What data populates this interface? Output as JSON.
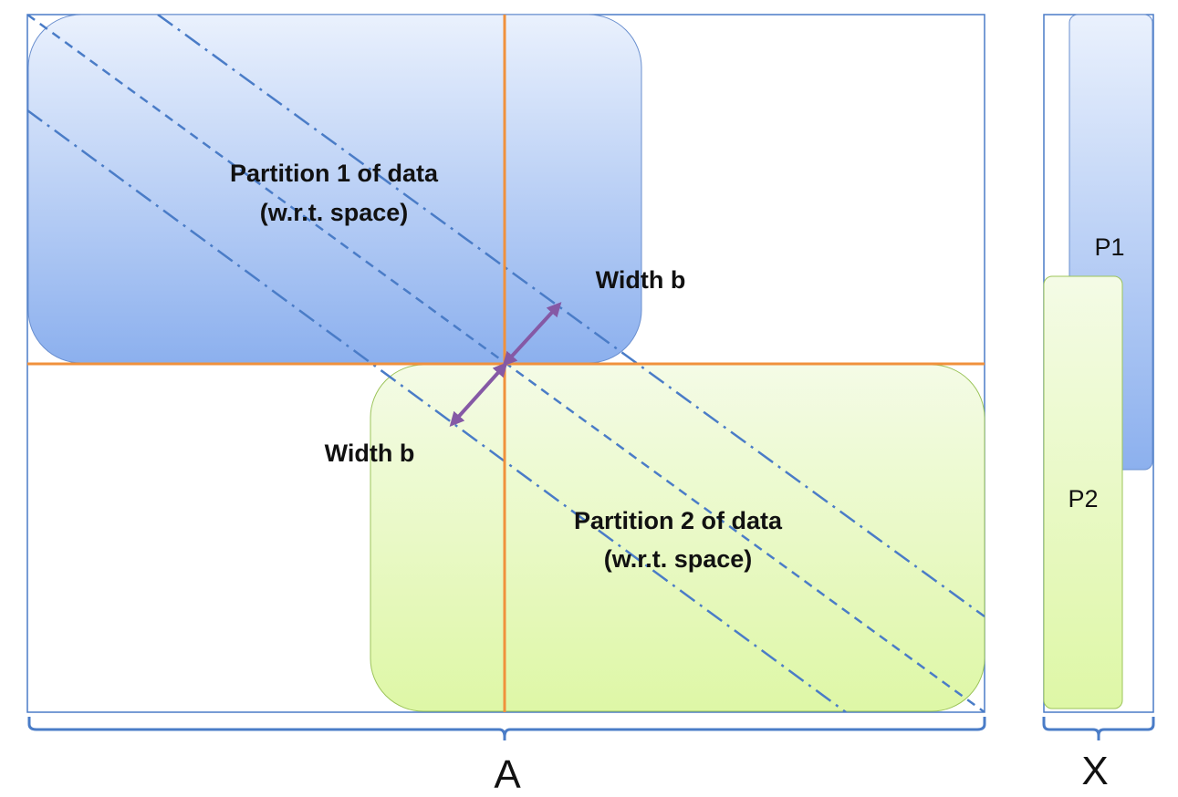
{
  "partitions": {
    "p1_line1": "Partition 1 of data",
    "p1_line2": "(w.r.t. space)",
    "p2_line1": "Partition 2 of data",
    "p2_line2": "(w.r.t. space)"
  },
  "width_labels": {
    "upper": "Width b",
    "lower": "Width b"
  },
  "x_blocks": {
    "p1": "P1",
    "p2": "P2"
  },
  "axes": {
    "a": "A",
    "x": "X"
  },
  "colors": {
    "frame": "#4a7cc7",
    "diagonal": "#4a7cc7",
    "orange": "#f0913c",
    "purple": "#8559a5",
    "blue_top": "#eaf1fd",
    "blue_bottom": "#8cb0ee",
    "green_top": "#f4fbe6",
    "green_bottom": "#def7a6"
  }
}
